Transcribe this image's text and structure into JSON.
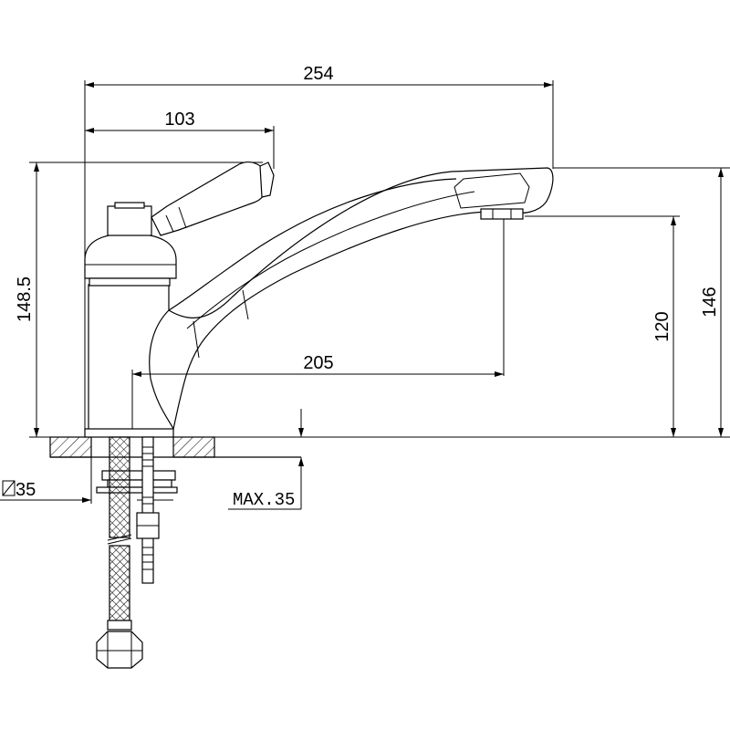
{
  "dimensions": {
    "overall_length": "254",
    "handle_reach": "103",
    "spout_reach": "205",
    "total_height": "148.5",
    "outlet_height": "120",
    "spout_top_height": "146",
    "hole_diameter": "35",
    "max_deck_thickness": "MAX.35"
  }
}
